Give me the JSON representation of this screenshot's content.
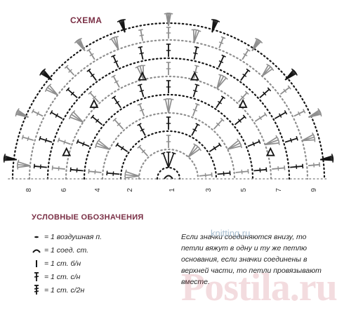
{
  "title": "СХЕМА",
  "row_numbers": [
    "8",
    "6",
    "4",
    "2",
    "1",
    "3",
    "5",
    "7",
    "9"
  ],
  "legend": {
    "title": "УСЛОВНЫЕ ОБОЗНАЧЕНИЯ",
    "items": [
      {
        "icon": "chain-stitch-icon",
        "label": "= 1 воздушная п."
      },
      {
        "icon": "slip-stitch-icon",
        "label": "= 1 соед. ст."
      },
      {
        "icon": "single-crochet-icon",
        "label": "= 1 ст. б/н"
      },
      {
        "icon": "double-crochet-icon",
        "label": "= 1 ст. с/н"
      },
      {
        "icon": "treble-crochet-icon",
        "label": "= 1 ст. с/2н"
      }
    ]
  },
  "note": "Если значки соединяются внизу, то петли вяжут в одну и ту же петлю основания, если значки соединены в верхней части, то петли провязывают вместе.",
  "watermarks": {
    "small": "knitting.ru",
    "large": "Postila.ru"
  },
  "colors": {
    "dark": "#151515",
    "grey": "#8e8e8e",
    "heading": "#7a2f45"
  }
}
